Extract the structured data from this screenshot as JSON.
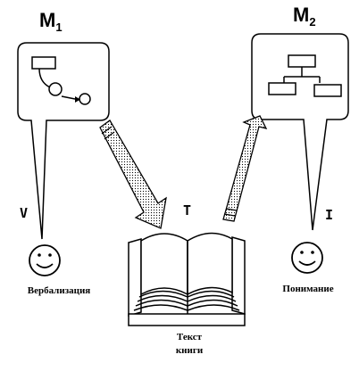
{
  "model_left": {
    "label": "M",
    "subscript": "1"
  },
  "model_right": {
    "label": "M",
    "subscript": "2"
  },
  "letters": {
    "v": "V",
    "t": "T",
    "i": "I"
  },
  "person_left": {
    "caption": "Вербализация"
  },
  "person_right": {
    "caption": "Понимание"
  },
  "book": {
    "caption_line1": "Текст",
    "caption_line2": "книги"
  },
  "colors": {
    "stroke": "#000000",
    "background": "#ffffff"
  }
}
